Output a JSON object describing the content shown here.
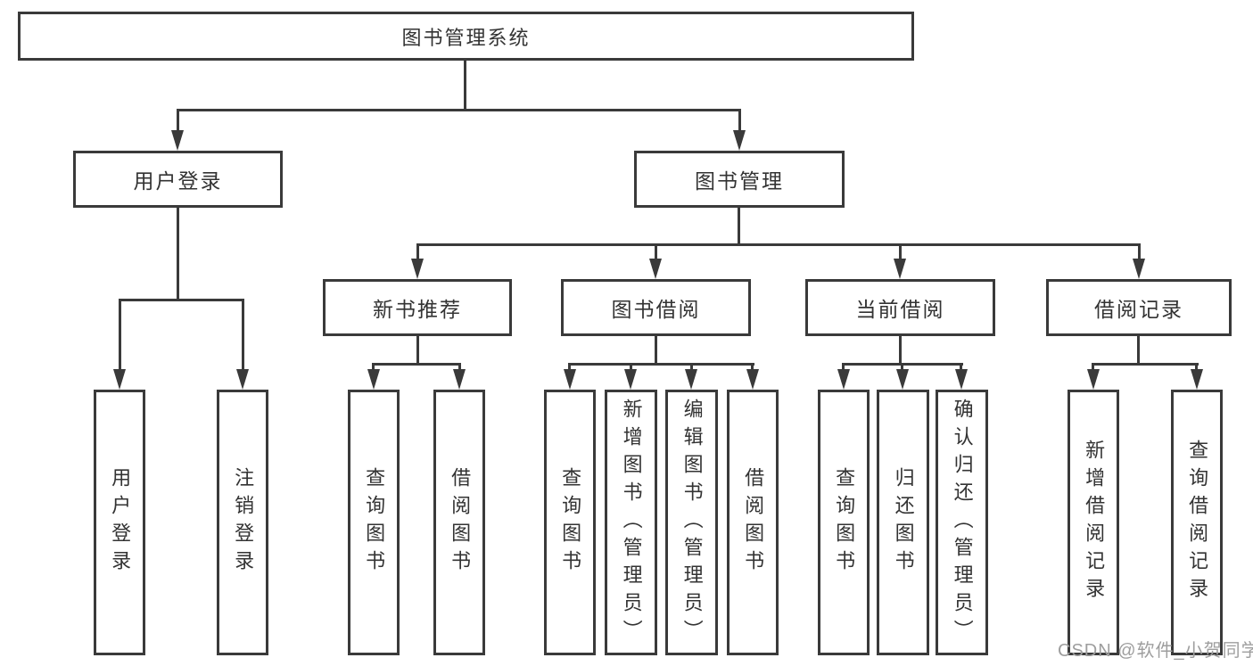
{
  "tree": {
    "root": {
      "label": "图书管理系统"
    },
    "branches": [
      {
        "label": "用户登录",
        "leaves": [
          "用户登录",
          "注销登录"
        ]
      },
      {
        "label": "图书管理",
        "groups": [
          {
            "label": "新书推荐",
            "leaves": [
              "查询图书",
              "借阅图书"
            ]
          },
          {
            "label": "图书借阅",
            "leaves": [
              "查询图书",
              "新增图书（管理员）",
              "编辑图书（管理员）",
              "借阅图书"
            ]
          },
          {
            "label": "当前借阅",
            "leaves": [
              "查询图书",
              "归还图书",
              "确认归还（管理员）"
            ]
          },
          {
            "label": "借阅记录",
            "leaves": [
              "新增借阅记录",
              "查询借阅记录"
            ]
          }
        ]
      }
    ]
  },
  "watermark": {
    "text": "CSDN @软件_小贺同学"
  },
  "colors": {
    "line": "#3a3a3a",
    "text": "#333333",
    "node_background": "#ffffff",
    "page_background": "#ffffff",
    "watermark": "#9e9e9e"
  }
}
